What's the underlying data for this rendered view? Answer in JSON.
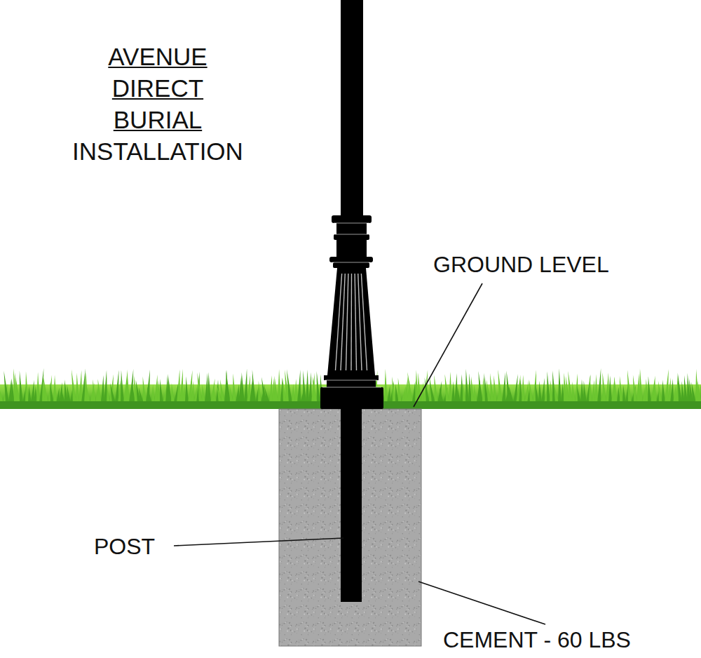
{
  "diagram": {
    "title": "AVENUE DIRECT BURIAL INSTALLATION",
    "labels": [
      "GROUND LEVEL",
      "POST",
      "CEMENT - 60 LBS"
    ]
  }
}
